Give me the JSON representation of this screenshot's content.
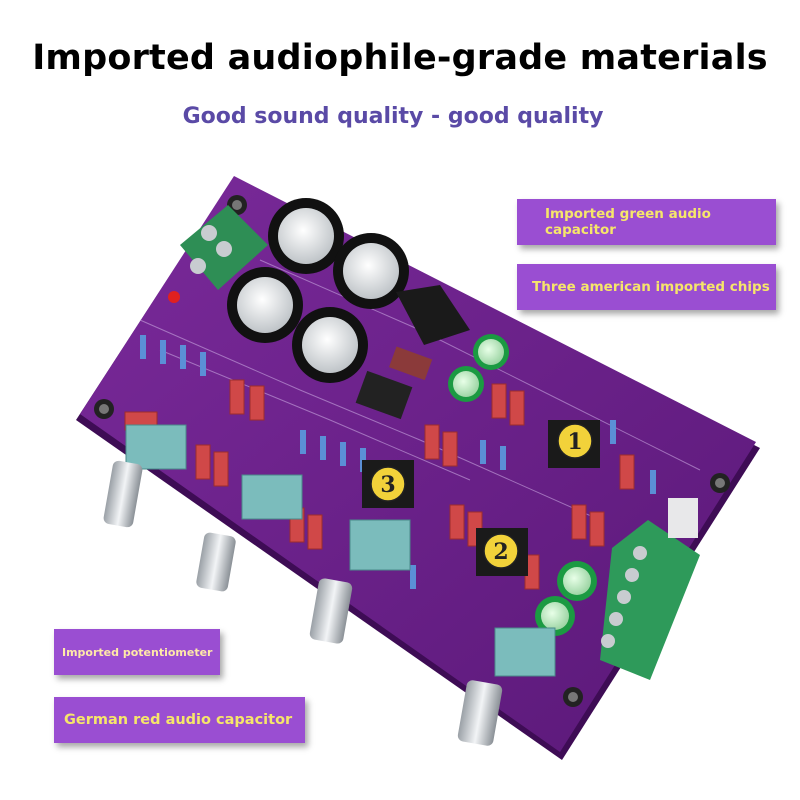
{
  "headline": "Imported audiophile-grade materials",
  "subheadline": "Good sound quality - good quality",
  "callouts": {
    "green_capacitor": "Imported green audio capacitor",
    "chips": "Three american imported chips",
    "potentiometer": "Imported potentiometer",
    "red_capacitor": "German red audio capacitor"
  },
  "chip_markers": [
    "1",
    "2",
    "3"
  ],
  "colors": {
    "headline": "#000000",
    "subheadline": "#5a4aa6",
    "label_bg": "#9a4ed2",
    "label_text": "#f6e66a",
    "pcb": "#6b1f8a",
    "green_capacitor": "#22b34a",
    "red_capacitor": "#cc4a4a"
  }
}
